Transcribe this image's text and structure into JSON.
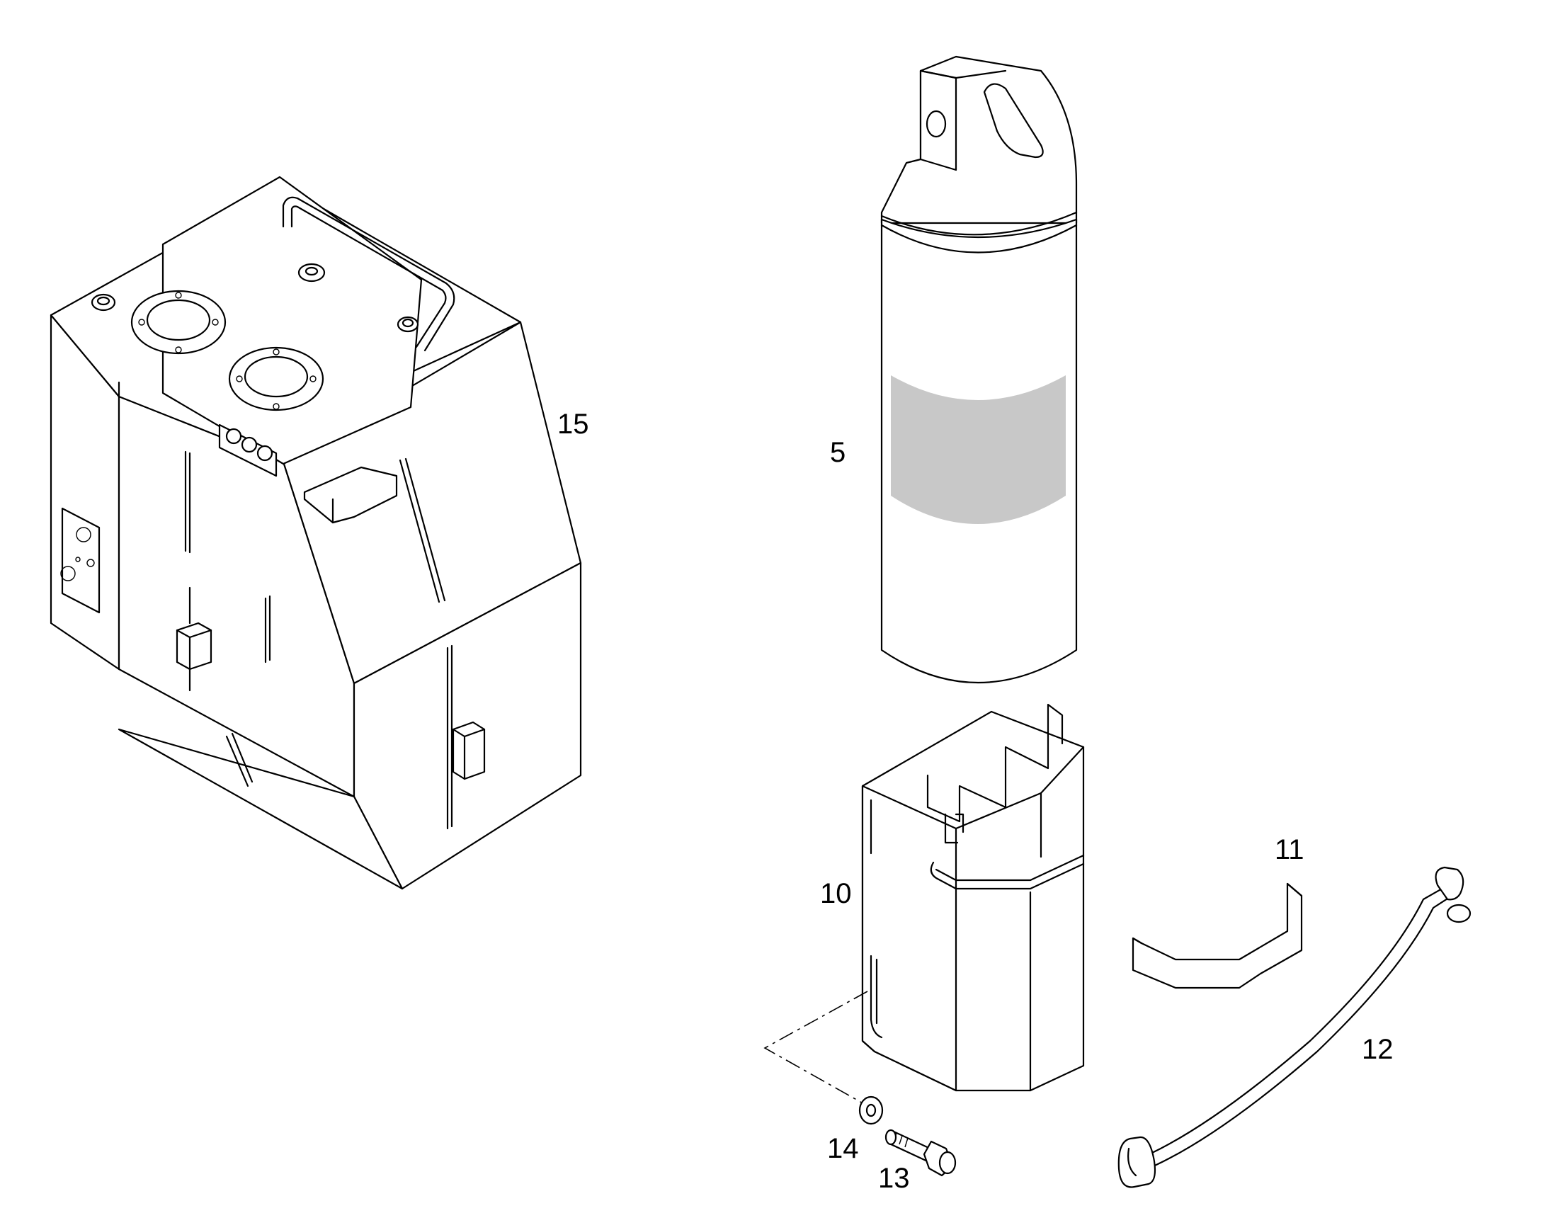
{
  "diagram": {
    "callouts": [
      {
        "id": "15",
        "label": "15",
        "part": "tank-housing"
      },
      {
        "id": "5",
        "label": "5",
        "part": "extinguisher-cylinder"
      },
      {
        "id": "10",
        "label": "10",
        "part": "cylinder-holder"
      },
      {
        "id": "11",
        "label": "11",
        "part": "retaining-clamp"
      },
      {
        "id": "12",
        "label": "12",
        "part": "strap"
      },
      {
        "id": "13",
        "label": "13",
        "part": "bolt"
      },
      {
        "id": "14",
        "label": "14",
        "part": "washer"
      }
    ],
    "colors": {
      "line": "#000000",
      "background": "#ffffff",
      "label_band": "#c8c8c8"
    }
  }
}
